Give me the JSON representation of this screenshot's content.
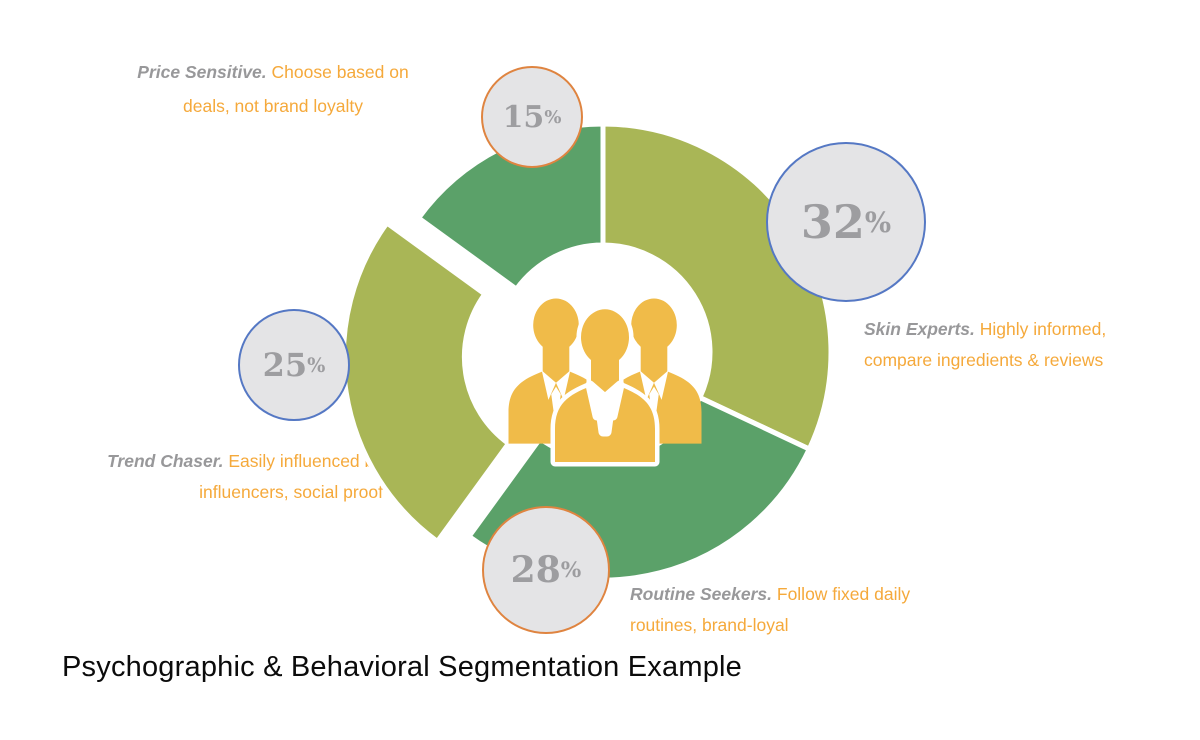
{
  "chart_data": {
    "type": "pie",
    "subtype": "donut",
    "title": "Psychographic & Behavioral Segmentation Example",
    "unit": "percent",
    "start_angle_deg": 0,
    "direction": "clockwise",
    "center_icon": "people-group-icon",
    "segments": [
      {
        "label": "Skin Experts",
        "value": 32,
        "description": "Highly informed, compare ingredients & reviews",
        "color": "#A9B656",
        "bubble_border": "#5578C4",
        "exploded": false
      },
      {
        "label": "Routine Seekers",
        "value": 28,
        "description": "Follow fixed daily routines, brand-loyal",
        "color": "#5BA169",
        "bubble_border": "#DF8440",
        "exploded": false
      },
      {
        "label": "Trend Chaser",
        "value": 25,
        "description": "Easily influenced by influencers, social proof",
        "color": "#A9B656",
        "bubble_border": "#5578C4",
        "exploded": true
      },
      {
        "label": "Price Sensitive",
        "value": 15,
        "description": "Choose based on deals, not brand loyalty",
        "color": "#5BA169",
        "bubble_border": "#DF8440",
        "exploded": false
      }
    ]
  },
  "callouts": {
    "price_sensitive": {
      "name": "Price Sensitive.",
      "desc_line1": "Choose based on",
      "desc_line2": "deals, not brand loyalty"
    },
    "skin_experts": {
      "name": "Skin Experts.",
      "desc_line1": "Highly informed,",
      "desc_line2": "compare ingredients & reviews"
    },
    "trend_chaser": {
      "name": "Trend Chaser.",
      "desc_line1": "Easily influenced by",
      "desc_line2": "influencers, social proof"
    },
    "routine_seekers": {
      "name": "Routine Seekers.",
      "desc_line1": "Follow fixed daily",
      "desc_line2": "routines, brand-loyal"
    }
  },
  "strings": {
    "percent_sign": "%"
  },
  "colors": {
    "bubble_fill": "#E4E4E6",
    "number_gray": "#9D9DA0",
    "label_gray": "#98989A",
    "label_orange": "#F5A93B",
    "people_yellow": "#F0BB49",
    "title_color": "#0B0B0B",
    "background": "#FFFFFF"
  }
}
